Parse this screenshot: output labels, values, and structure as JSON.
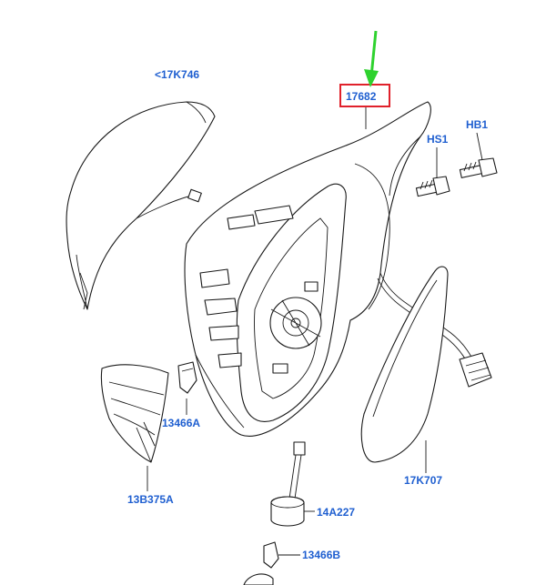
{
  "labels": {
    "cover": "<17K746",
    "mirror_assembly": "17682",
    "screw_hs1": "HS1",
    "bolt_hb1": "HB1",
    "bulb_upper": "13466A",
    "lamp_housing": "13B375A",
    "glass": "17K707",
    "socket": "14A227",
    "bulb_lower": "13466B"
  },
  "colors": {
    "label_text": "#1f5fd0",
    "highlight_box": "#e0212b",
    "arrow": "#2ed22e",
    "line_art": "#1a1a1a"
  }
}
